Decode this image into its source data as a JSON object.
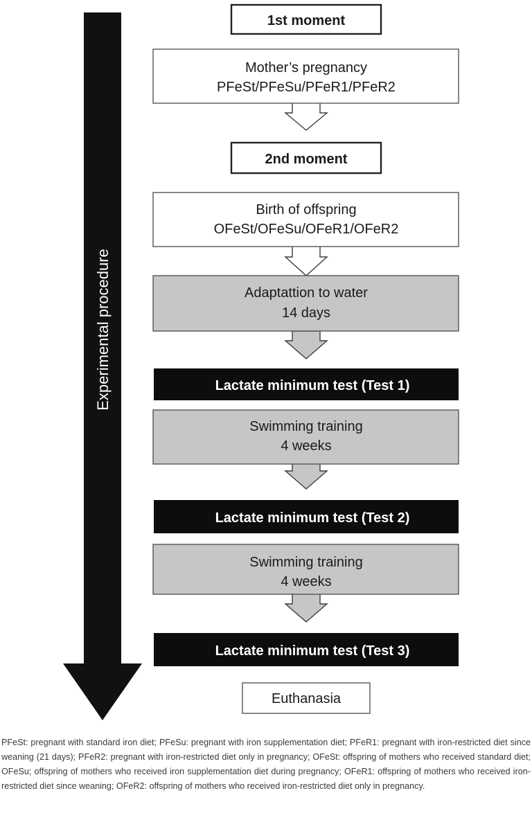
{
  "axis_label": "Experimental procedure",
  "steps": [
    {
      "lines": [
        "1st moment"
      ],
      "style": "header"
    },
    {
      "lines": [
        "Mother’s pregnancy",
        "PFeSt/PFeSu/PFeR1/PFeR2"
      ],
      "style": "white"
    },
    {
      "lines": [
        "2nd moment"
      ],
      "style": "header"
    },
    {
      "lines": [
        "Birth of offspring",
        "OFeSt/OFeSu/OFeR1/OFeR2"
      ],
      "style": "white"
    },
    {
      "lines": [
        "Adaptattion to water",
        "14 days"
      ],
      "style": "gray"
    },
    {
      "lines": [
        "Lactate minimum test (Test 1)"
      ],
      "style": "black"
    },
    {
      "lines": [
        "Swimming training",
        "4 weeks"
      ],
      "style": "gray"
    },
    {
      "lines": [
        "Lactate minimum test (Test 2)"
      ],
      "style": "black"
    },
    {
      "lines": [
        "Swimming training",
        "4 weeks"
      ],
      "style": "gray"
    },
    {
      "lines": [
        "Lactate minimum test (Test 3)"
      ],
      "style": "black"
    },
    {
      "lines": [
        "Euthanasia"
      ],
      "style": "white-small"
    }
  ],
  "caption": "PFeSt: pregnant with standard iron diet; PFeSu: pregnant with iron supplementation diet; PFeR1: pregnant with iron-restricted diet since weaning (21 days); PFeR2: pregnant with iron-restricted diet only in pregnancy; OFeSt: offspring of mothers who received standard diet; OFeSu; offspring of mothers who received iron supplementation diet during pregnancy; OFeR1: offspring of mothers who received iron-restricted diet since weaning; OFeR2: offspring of mothers who received iron-restricted diet only in pregnancy.",
  "colors": {
    "white_fill": "#ffffff",
    "gray_fill": "#c6c6c6",
    "black_fill": "#0d0d0d",
    "border": "#3c3c3c",
    "text_dark": "#1a1a1a",
    "text_light": "#ffffff",
    "arrow_gray": "#c6c6c6"
  }
}
